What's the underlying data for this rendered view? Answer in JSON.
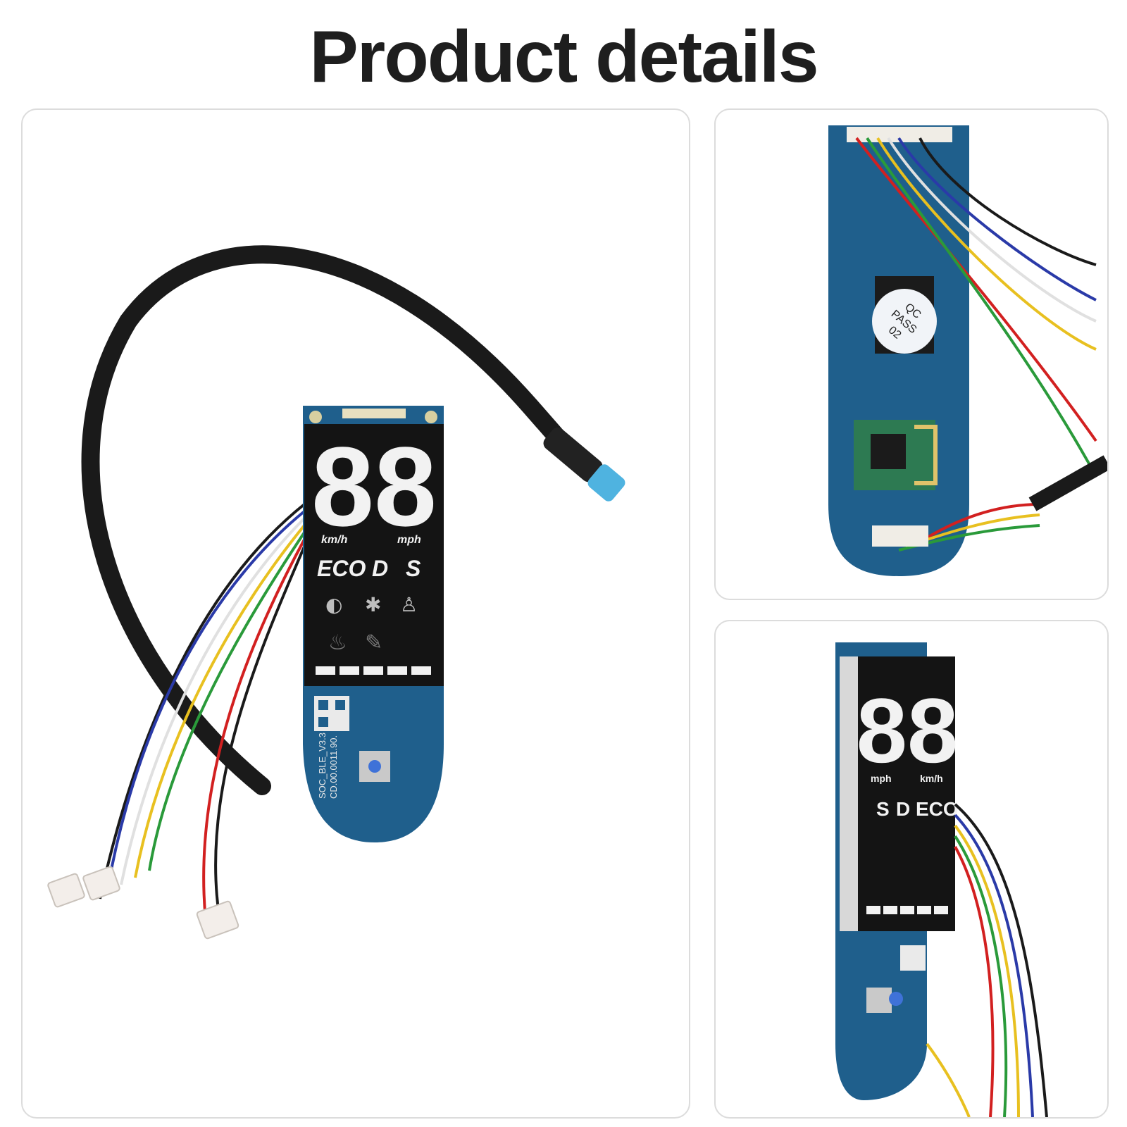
{
  "page": {
    "title": "Product details"
  },
  "main_board": {
    "speed_digits": "88",
    "unit_kmh": "km/h",
    "unit_mph": "mph",
    "mode_eco": "ECO",
    "mode_d": "D",
    "mode_s": "S",
    "silkscreen_model": "SOC_BLE_V3.3",
    "silkscreen_code": "CD.00.0011.90."
  },
  "back_board": {
    "qc_label_line1": "QC",
    "qc_label_line2": "PASS",
    "qc_label_line3": "02"
  },
  "side_board": {
    "unit_mph": "mph",
    "unit_kmh": "km/h",
    "mode_s": "S",
    "mode_d": "D",
    "mode_eco": "ECO"
  },
  "colors": {
    "pcb_blue": "#1f5f8c",
    "lcd_black": "#141414",
    "cable_black": "#1a1a1a",
    "connector_blue": "#4fb3e0"
  }
}
